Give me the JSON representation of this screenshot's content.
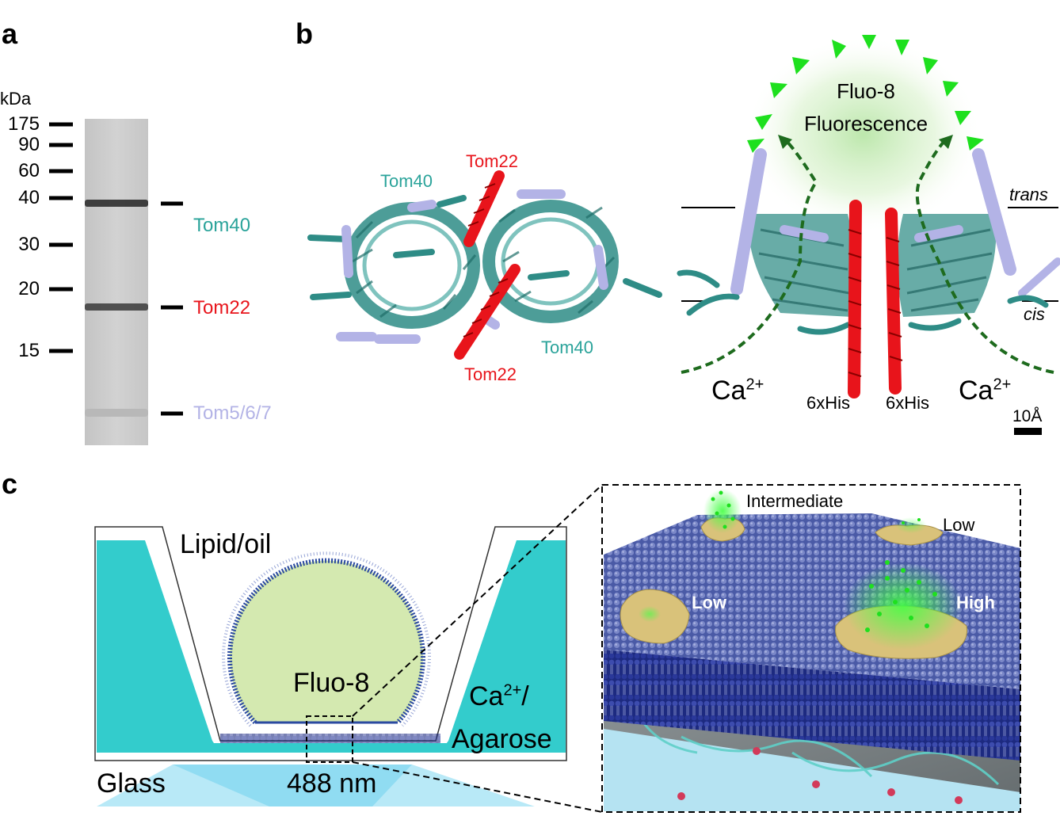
{
  "panels": {
    "a": "a",
    "b": "b",
    "c": "c"
  },
  "gel": {
    "unit_label": "kDa",
    "ladder": [
      "175",
      "90",
      "60",
      "40",
      "30",
      "20",
      "15"
    ],
    "bands": [
      {
        "label": "Tom40",
        "color": "#2aa39a"
      },
      {
        "label": "Tom22",
        "color": "#e8141b"
      },
      {
        "label": "Tom5/6/7",
        "color": "#b3b3e6"
      }
    ]
  },
  "structure_top": {
    "labels": {
      "tom40_a": "Tom40",
      "tom22_a": "Tom22",
      "tom40_b": "Tom40",
      "tom22_b": "Tom22"
    }
  },
  "structure_side": {
    "fluor_line1": "Fluo-8",
    "fluor_line2": "Fluorescence",
    "trans": "trans",
    "cis": "cis",
    "ca_base": "Ca",
    "ca_sup": "2+",
    "his_left": "6xHis",
    "his_right": "6xHis",
    "scale": "10Å"
  },
  "dib_schematic": {
    "lipid_oil": "Lipid/oil",
    "fluo8": "Fluo-8",
    "ca_base": "Ca",
    "ca_sup": "2+",
    "ca_rest": "/",
    "agarose": "Agarose",
    "glass": "Glass",
    "laser": "488 nm"
  },
  "inset": {
    "intermediate": "Intermediate",
    "low_top": "Low",
    "low_left": "Low",
    "high": "High"
  },
  "colors": {
    "tom40": "#2aa39a",
    "tom22": "#e8141b",
    "tom567": "#b3b3e6",
    "agarose": "#33cccc",
    "droplet": "#d4e9b0",
    "fluor_green": "#1ee01e",
    "membrane": "#3a4aa0"
  }
}
